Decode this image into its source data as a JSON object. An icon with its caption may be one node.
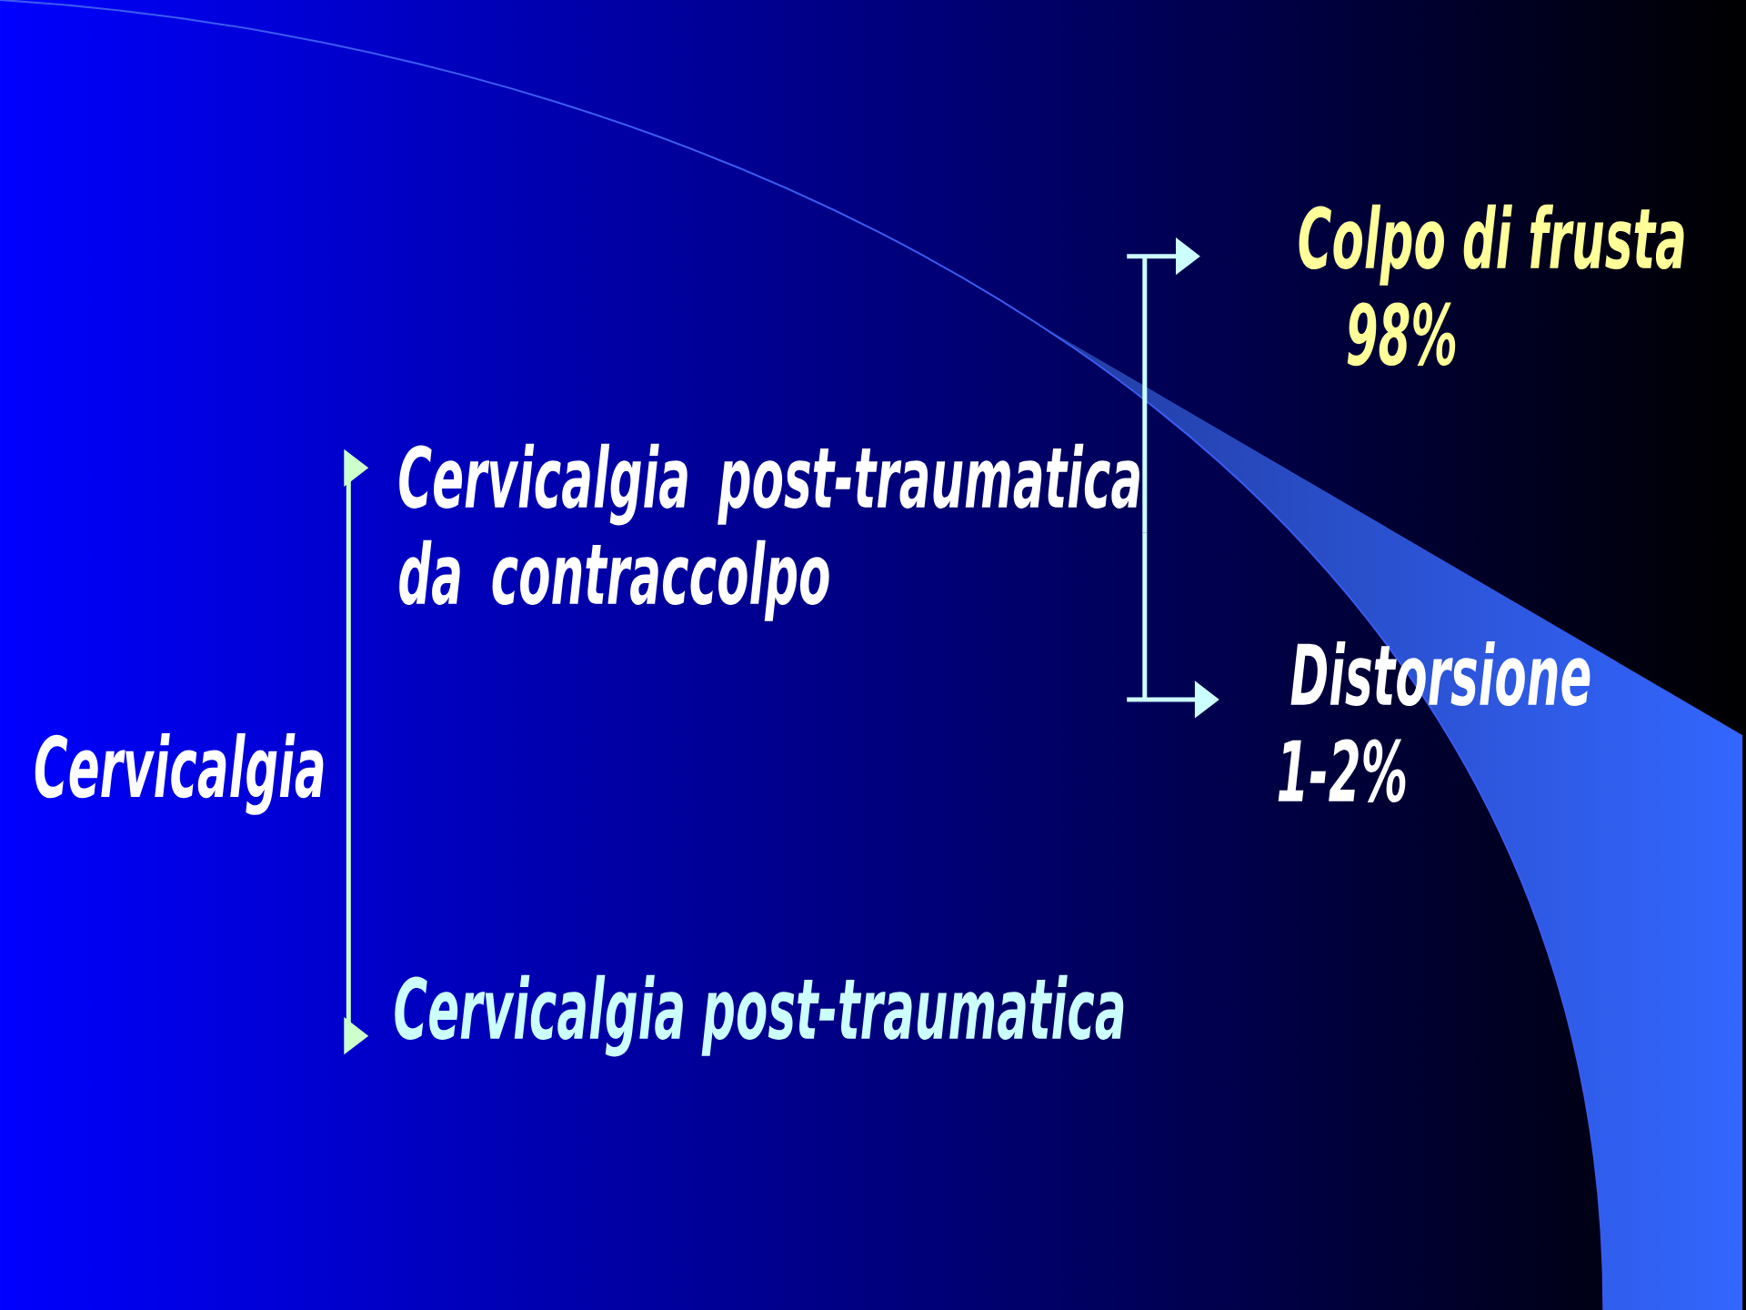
{
  "diagram": {
    "nodes": [
      {
        "text": [
          "Cervicalgia"
        ]
      },
      {
        "text": [
          "Cervicalgia post-traumatica da contraccolpo"
        ]
      },
      {
        "text": [
          "Cervicalgia post-traumatica"
        ]
      },
      {
        "text": [
          "Colpo di frusta",
          "98%"
        ]
      },
      {
        "text": [
          "Distorsione",
          "1-2%"
        ]
      }
    ],
    "edges": [
      {
        "from": 0,
        "to": 1,
        "arrow": "to",
        "color": "#ccffcc"
      },
      {
        "from": 0,
        "to": 2,
        "arrow": "to",
        "color": "#ccffcc"
      },
      {
        "from": 1,
        "to": 3,
        "arrow": "to",
        "color": "#ccffff"
      },
      {
        "from": 1,
        "to": 4,
        "arrow": "to",
        "color": "#ccffff"
      }
    ]
  }
}
